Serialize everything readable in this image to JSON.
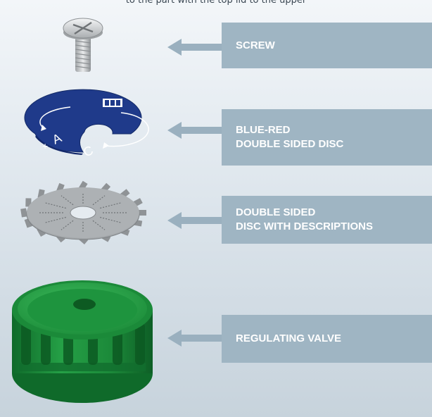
{
  "caption": "to the part with the top lid to the upper",
  "parts": [
    {
      "key": "screw",
      "lines": [
        "SCREW"
      ]
    },
    {
      "key": "blue-red-disc",
      "lines": [
        "BLUE-RED",
        "DOUBLE SIDED DISC"
      ]
    },
    {
      "key": "description-disc",
      "lines": [
        "DOUBLE SIDED",
        "DISC WITH DESCRIPTIONS"
      ]
    },
    {
      "key": "regulating-valve",
      "lines": [
        "REGULATING VALVE"
      ]
    }
  ],
  "disc_markings": {
    "left_letter": "A",
    "right_letter": "C",
    "plus_sign": "+",
    "minus_sign": "−"
  },
  "colors": {
    "label_bg": "#9fb5c3",
    "arrow": "#9ab0bf",
    "valve_green": "#1e8f3c",
    "disc_blue": "#1f3a8a",
    "disc_grey": "#9a9da0",
    "screw_grey": "#c9ccce"
  }
}
